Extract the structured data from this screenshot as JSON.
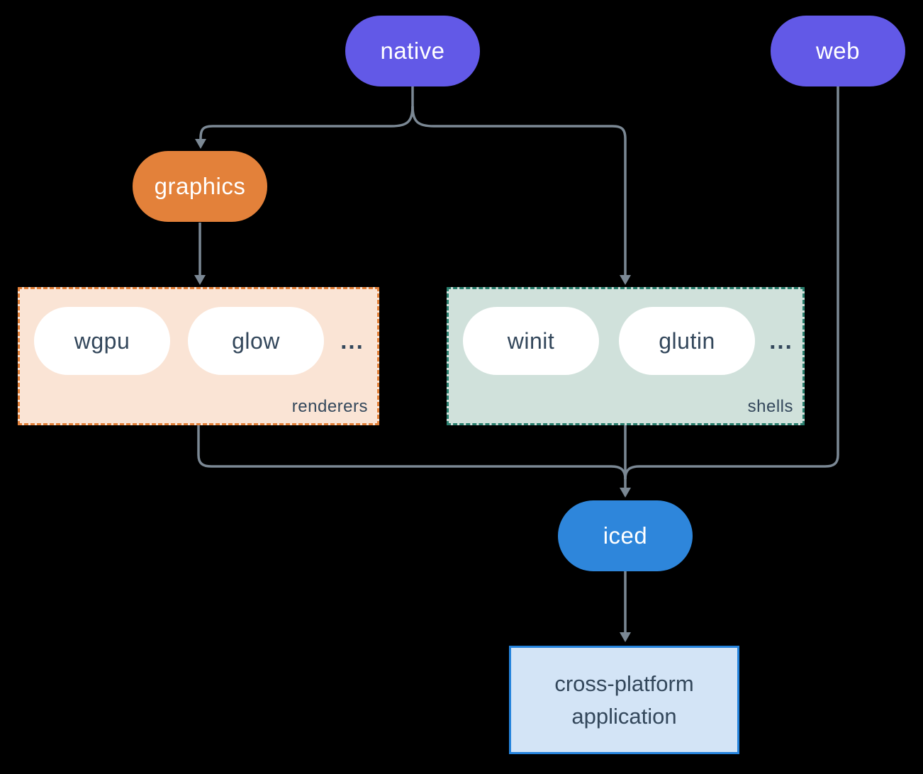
{
  "diagram": {
    "background_color": "#000000",
    "connector_color": "#7b8894"
  },
  "nodes": {
    "native": {
      "label": "native",
      "color": "#6259e7"
    },
    "web": {
      "label": "web",
      "color": "#6259e7"
    },
    "graphics": {
      "label": "graphics",
      "color": "#e3813a"
    },
    "iced": {
      "label": "iced",
      "color": "#2e86db"
    },
    "application": {
      "label": "cross-platform application",
      "fill": "#d3e4f6",
      "border": "#2583dc"
    }
  },
  "groups": {
    "renderers": {
      "label": "renderers",
      "items": [
        "wgpu",
        "glow"
      ],
      "ellipsis": "...",
      "fill": "#fae4d5",
      "border": "#e3813a"
    },
    "shells": {
      "label": "shells",
      "items": [
        "winit",
        "glutin"
      ],
      "ellipsis": "...",
      "fill": "#d0e1db",
      "border": "#2a7f6e"
    }
  },
  "edges": [
    {
      "from": "native",
      "to": "graphics"
    },
    {
      "from": "native",
      "to": "shells"
    },
    {
      "from": "graphics",
      "to": "renderers"
    },
    {
      "from": "renderers",
      "to": "iced"
    },
    {
      "from": "shells",
      "to": "iced"
    },
    {
      "from": "web",
      "to": "iced"
    },
    {
      "from": "iced",
      "to": "application"
    }
  ]
}
